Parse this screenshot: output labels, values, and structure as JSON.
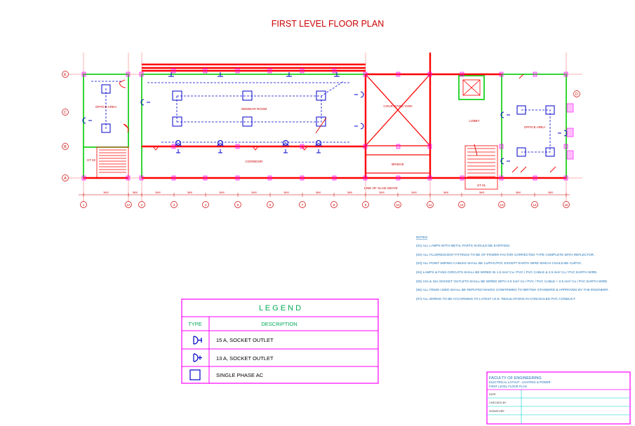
{
  "title": "FIRST LEVEL FLOOR PLAN",
  "colors": {
    "wall": "#ff0000",
    "partition": "#00cc00",
    "wiring": "#0000cc",
    "column": "#ff00ff",
    "dim": "#cc0000",
    "legend": "#ff00ff",
    "notes": "#1a6fb5",
    "legend_text": "#00aa55"
  },
  "rooms": {
    "office_left": "OFFICE AREA",
    "stair_left": "ST 02",
    "seminar": "SEMINAR ROOM",
    "corridor": "CORRIDOR",
    "courtyard": "COURTYARD VOID",
    "bridge": "BRIDGE",
    "lobby": "LOBBY",
    "office_right": "OFFICE AREA",
    "stair_right": "ST 01",
    "slab_note": "LINE OF SLAB ABOVE"
  },
  "grid": {
    "columns": [
      "1",
      "1A",
      "2",
      "3",
      "4",
      "5",
      "6",
      "7",
      "8",
      "9",
      "10",
      "11",
      "12",
      "13",
      "14",
      "15"
    ],
    "rows": [
      "E",
      "D",
      "C",
      "B",
      "A"
    ],
    "dimensions": [
      "3600",
      "3600",
      "3600",
      "3600",
      "3600",
      "3600",
      "3600",
      "3600",
      "3600",
      "3600",
      "3600",
      "3600",
      "3600",
      "3600",
      "3600"
    ]
  },
  "notes": {
    "heading": "NOTES",
    "items": [
      "(01) ALL LAMPS WITH METAL PARTS SHOULD BE EARTHED.",
      "(02) ALL FLUORESCENT FITTINGS TO BE OF POWER FACTOR CORRECTED TYPE COMPLETE WITH REFLECTOR.",
      "(03) ALL POINT WIRING CABLES SHALL BE Cu/PVC/PVC EXCEPT EARTH WIRE WHICH COULD BE Cu/PVC.",
      "(04) LAMPS & FANS CIRCUITS SHALL BE WIRED IN 1.5 mm² Cu / PVC / PVC CABLE & 2.5 mm² Cu / PVC EARTH WIRE.",
      "(05) 13A & 15A SOCKET OUTLETS SHALL BE WIRED WITH 2.5 mm² Cu / PVC / PVC CABLE + 2.5 mm² Cu / PVC EARTH WIRE.",
      "(06) ALL ITEMS USED SHALL BE REPUTED MAKES CONFIRMING TO BRITISH STANDERD & APPROVED BY THE ENGINEER.",
      "(07) ALL WIRING TO BE ACCORDING TO LATEST I.E.E. REGULATIONS IN CONCEALED PVC CONDUCT."
    ]
  },
  "legend": {
    "title": "L E G E N D",
    "col_type": "TYPE",
    "col_description": "DESCRIPTION",
    "rows": [
      {
        "icon": "socket-15a-icon",
        "description": "15 A, SOCKET  OUTLET"
      },
      {
        "icon": "socket-13a-icon",
        "description": "13 A, SOCKET  OUTLET"
      },
      {
        "icon": "single-phase-ac-icon",
        "description": "SINGLE PHASE AC"
      }
    ]
  },
  "title_block": {
    "org": "FACULTY OF ENGINEERING",
    "line1": "ELECTRICAL  LAYOUT - LIGHTING & POWER",
    "line2": "FIRST  LEVEL FLOOR  PLAN",
    "date_label": "DATE",
    "checked_label": "CHECKED BY",
    "signature_label": "SIGNATURE"
  }
}
